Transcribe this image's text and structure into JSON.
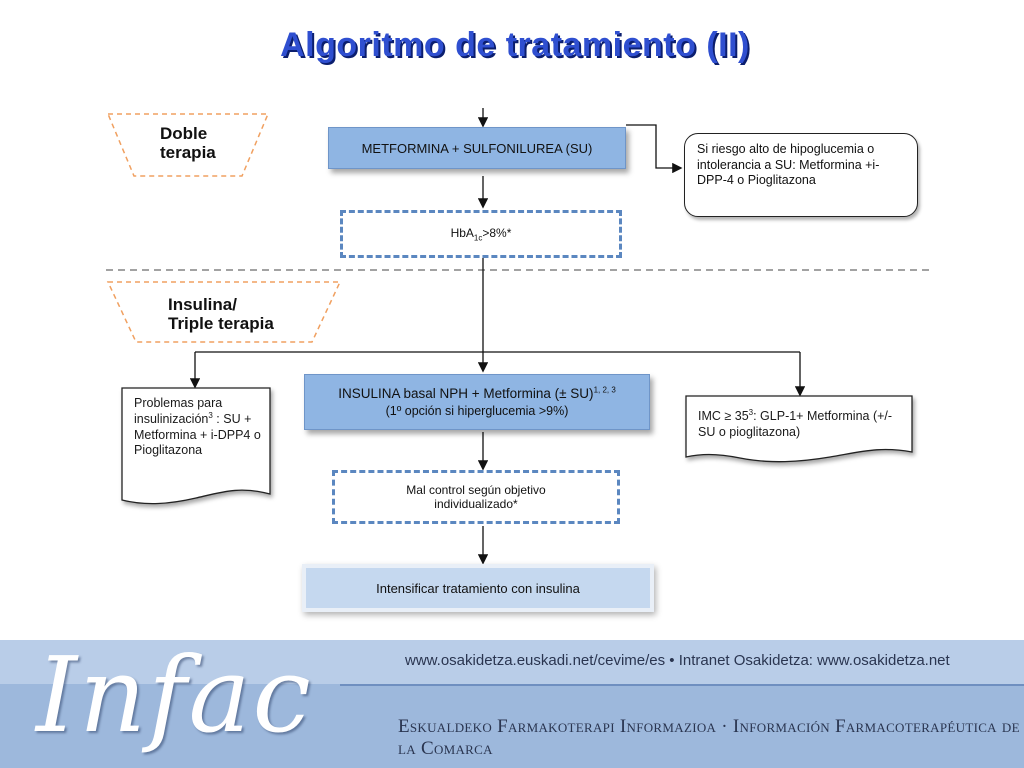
{
  "title": "Algoritmo de tratamiento (II)",
  "stages": {
    "doble": "Doble\nterapia",
    "insulina": "Insulina/\nTriple terapia"
  },
  "boxes": {
    "metformina_su": "METFORMINA + SULFONILUREA (SU)",
    "riesgo": "Si riesgo alto de hipoglucemia o intolerancia a SU: Metformina +i-DPP-4 o Pioglitazona",
    "hba1c_prefix": "HbA",
    "hba1c_sub": "1c",
    "hba1c_suffix": ">8%*",
    "insulina_line1": "INSULINA basal NPH + Metformina (± SU)",
    "insulina_sup": "1, 2, 3",
    "insulina_line2": "(1º opción si hiperglucemia ",
    "insulina_line2_sym": ">",
    "insulina_line2_end": "9%)",
    "problemas_pre": "Problemas para insulinización",
    "problemas_sup": "3",
    "problemas_post": " : SU + Metformina + i-DPP4 o Pioglitazona",
    "imc_pre": "IMC ",
    "imc_ge": "≥",
    "imc_num": " 35",
    "imc_sup": "3",
    "imc_post": ": GLP-1+ Metformina (+/- SU o pioglitazona)",
    "mal_control": "Mal control según objetivo individualizado*",
    "intensificar": "Intensificar tratamiento con insulina"
  },
  "footer": {
    "logo": "Infac",
    "links": "www.osakidetza.euskadi.net/cevime/es  •  Intranet Osakidetza: www.osakidetza.net",
    "subtitle": "Eskualdeko Farmakoterapi Informazioa  ·  Información Farmacoterapéutica de la Comarca"
  }
}
